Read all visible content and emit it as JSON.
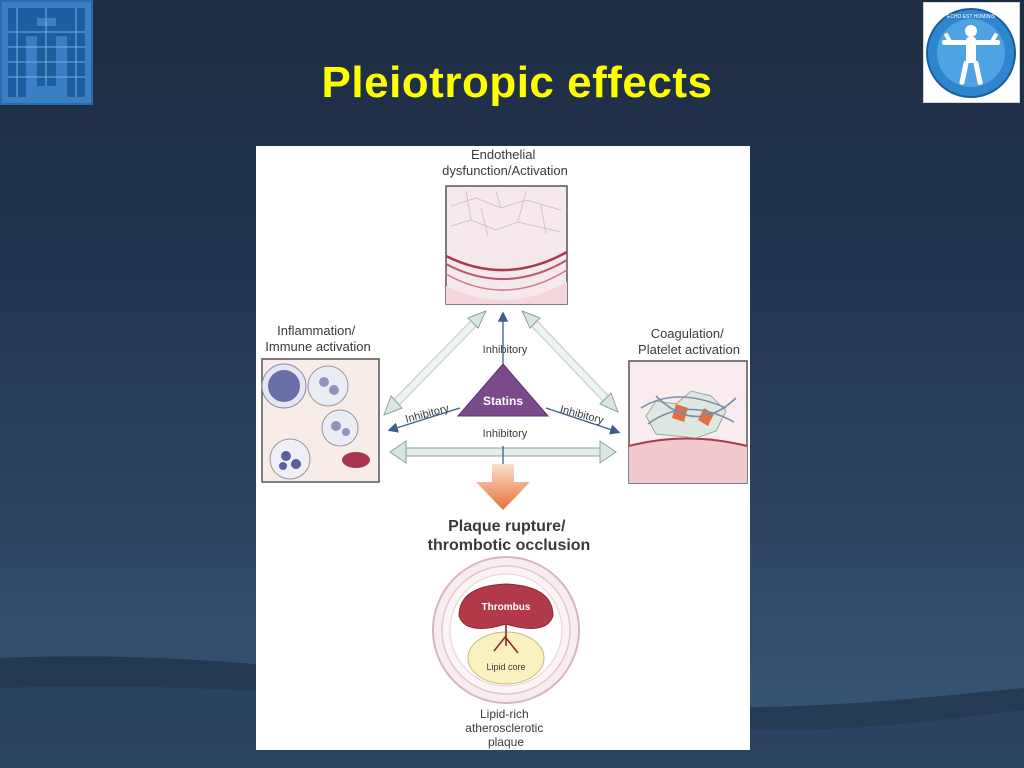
{
  "slide": {
    "title": "Pleiotropic effects",
    "logo_right_text": "ECHO EST HOMINIS"
  },
  "diagram": {
    "endothelial": [
      "Endothelial",
      "dysfunction/Activation"
    ],
    "inflammation": [
      "Inflammation/",
      "Immune activation"
    ],
    "coagulation": [
      "Coagulation/",
      "Platelet activation"
    ],
    "center": "Statins",
    "inhibitory_top": "Inhibitory",
    "inhibitory_left": "Inhibitory",
    "inhibitory_right": "Inhibitory",
    "inhibitory_bottom": "Inhibitory",
    "outcome": [
      "Plaque rupture/",
      "thrombotic occlusion"
    ],
    "thrombus": "Thrombus",
    "lipid_core": "Lipid core",
    "plaque_caption": [
      "Lipid-rich",
      "atherosclerotic",
      "plaque"
    ]
  }
}
